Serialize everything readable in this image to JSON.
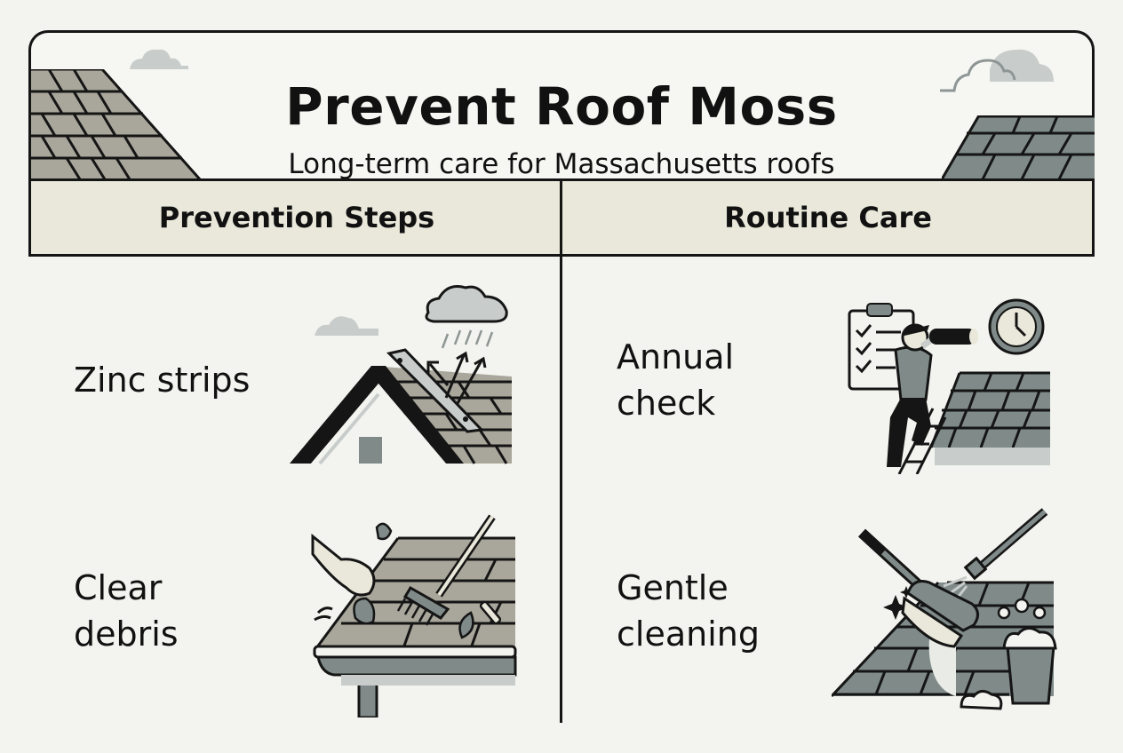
{
  "header": {
    "title": "Prevent Roof Moss",
    "subtitle": "Long-term care for Massachusetts roofs"
  },
  "columns": [
    {
      "heading": "Prevention Steps",
      "items": [
        {
          "label_lines": [
            "Zinc strips"
          ],
          "icon": "zinc-strip-roof-icon"
        },
        {
          "label_lines": [
            "Clear",
            "debris"
          ],
          "icon": "gutter-rake-icon"
        }
      ]
    },
    {
      "heading": "Routine Care",
      "items": [
        {
          "label_lines": [
            "Annual",
            "check"
          ],
          "icon": "inspection-ladder-icon"
        },
        {
          "label_lines": [
            "Gentle",
            "cleaning"
          ],
          "icon": "brush-cleaning-icon"
        }
      ]
    }
  ],
  "colors": {
    "background": "#f3f4ef",
    "header_band": "#e9e8da",
    "outline": "#151515",
    "shingle_tan": "#a9a79b",
    "shingle_slate": "#7f8a89",
    "cloud": "#c8cdcc"
  }
}
